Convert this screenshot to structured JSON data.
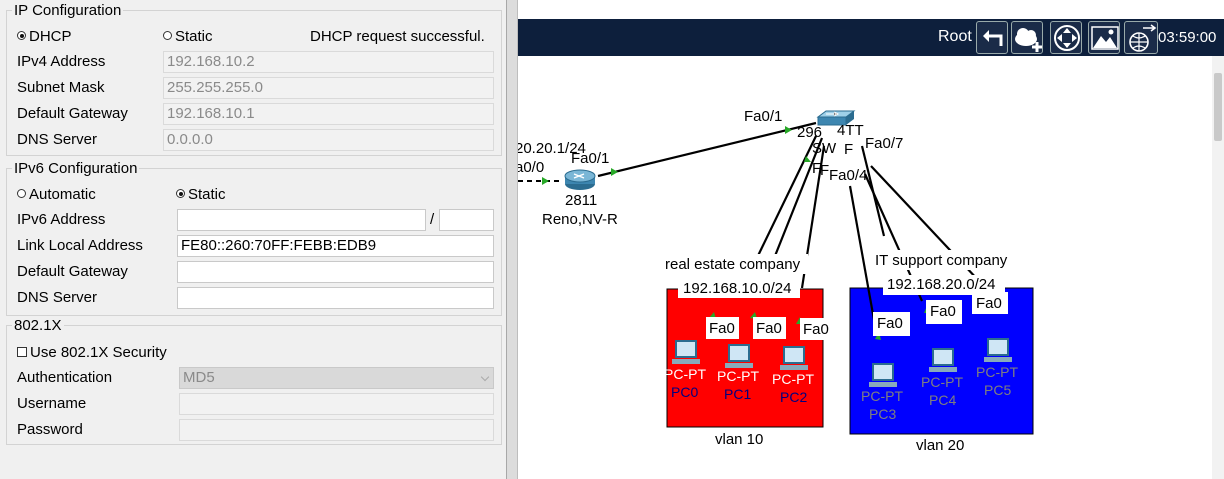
{
  "ip_config": {
    "legend": "IP Configuration",
    "dhcp_label": "DHCP",
    "static_label": "Static",
    "status": "DHCP request successful.",
    "ipv4_label": "IPv4 Address",
    "ipv4_value": "192.168.10.2",
    "mask_label": "Subnet Mask",
    "mask_value": "255.255.255.0",
    "gateway_label": "Default Gateway",
    "gateway_value": "192.168.10.1",
    "dns_label": "DNS Server",
    "dns_value": "0.0.0.0"
  },
  "ipv6_config": {
    "legend": "IPv6 Configuration",
    "automatic_label": "Automatic",
    "static_label": "Static",
    "address_label": "IPv6 Address",
    "address_value": "",
    "prefix_sep": "/",
    "prefix_value": "",
    "link_local_label": "Link Local Address",
    "link_local_value": "FE80::260:70FF:FEBB:EDB9",
    "gateway_label": "Default Gateway",
    "gateway_value": "",
    "dns_label": "DNS Server",
    "dns_value": ""
  },
  "dot1x": {
    "legend": "802.1X",
    "use_label": "Use 802.1X Security",
    "auth_label": "Authentication",
    "auth_value": "MD5",
    "username_label": "Username",
    "username_value": "",
    "password_label": "Password",
    "password_value": ""
  },
  "toolbar": {
    "root_label": "Root",
    "clock": "03:59:00",
    "icons": [
      "back-icon",
      "cloud-add-icon",
      "move-icon",
      "landscape-icon",
      "network-globe-icon"
    ]
  },
  "topology": {
    "router": {
      "model": "2811",
      "name": "Reno,NV-R",
      "port": "Fa0/1",
      "partial_ip": "20.20.1/24",
      "partial_port": "a0/0"
    },
    "switch": {
      "label_partial": "296",
      "label_partial2": "4TT",
      "name_partial": "SW",
      "name_partial2": "F",
      "uplink_port": "Fa0/1",
      "port_fa07": "Fa0/7",
      "port_fa04": "Fa0/4",
      "port_f1": "F",
      "port_f2": "F"
    },
    "vlan10": {
      "company": "real estate company",
      "subnet": "192.168.10.0/24",
      "name": "vlan 10",
      "color": "#ff0000"
    },
    "vlan20": {
      "company": "IT support company",
      "subnet": "192.168.20.0/24",
      "name": "vlan 20",
      "color": "#0000ff"
    },
    "pcs": [
      {
        "type": "PC-PT",
        "name": "PC0",
        "port": "Fa0"
      },
      {
        "type": "PC-PT",
        "name": "PC1",
        "port": "Fa0"
      },
      {
        "type": "PC-PT",
        "name": "PC2",
        "port": "Fa0"
      },
      {
        "type": "PC-PT",
        "name": "PC3",
        "port": "Fa0"
      },
      {
        "type": "PC-PT",
        "name": "PC4",
        "port": "Fa0"
      },
      {
        "type": "PC-PT",
        "name": "PC5",
        "port": "Fa0"
      }
    ]
  }
}
